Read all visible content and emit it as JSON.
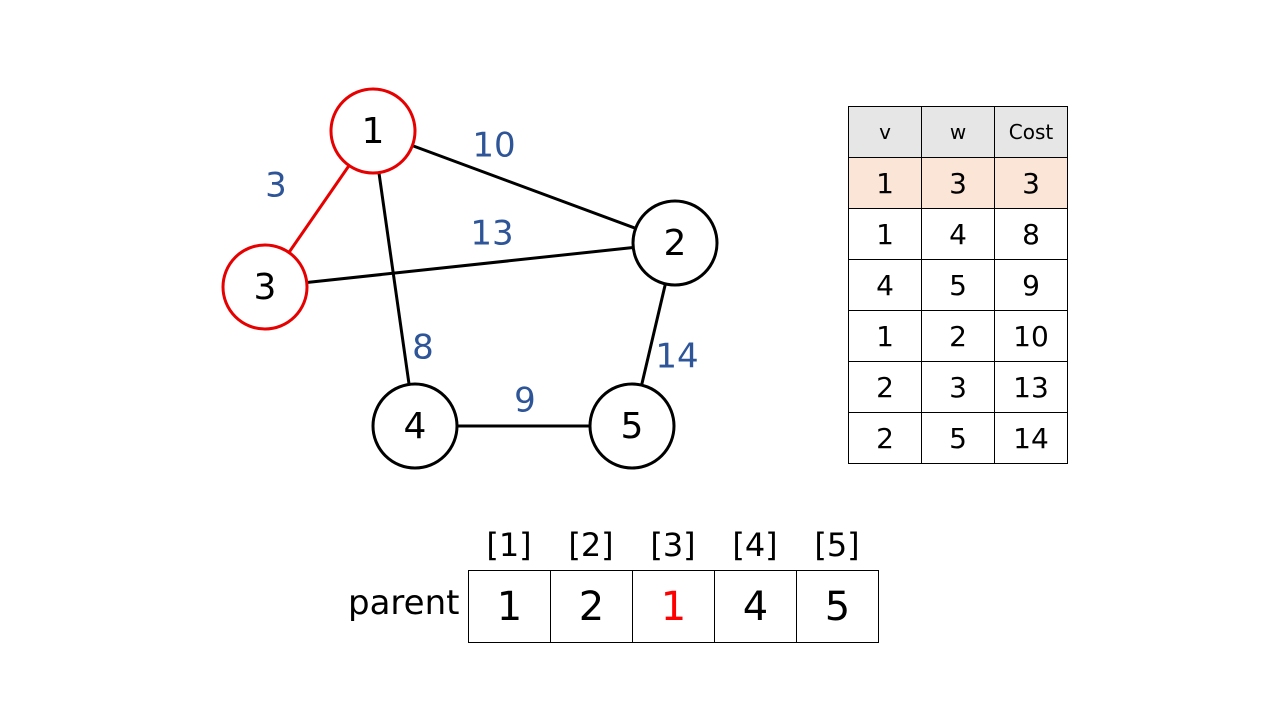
{
  "graph": {
    "nodes": [
      {
        "id": "1",
        "label": "1",
        "color": "#e60000"
      },
      {
        "id": "2",
        "label": "2",
        "color": "#000000"
      },
      {
        "id": "3",
        "label": "3",
        "color": "#e60000"
      },
      {
        "id": "4",
        "label": "4",
        "color": "#000000"
      },
      {
        "id": "5",
        "label": "5",
        "color": "#000000"
      }
    ],
    "edges": [
      {
        "from": "1",
        "to": "3",
        "weight": "3",
        "color": "#e60000"
      },
      {
        "from": "1",
        "to": "2",
        "weight": "10",
        "color": "#000000"
      },
      {
        "from": "3",
        "to": "2",
        "weight": "13",
        "color": "#000000"
      },
      {
        "from": "1",
        "to": "4",
        "weight": "8",
        "color": "#000000"
      },
      {
        "from": "2",
        "to": "5",
        "weight": "14",
        "color": "#000000"
      },
      {
        "from": "4",
        "to": "5",
        "weight": "9",
        "color": "#000000"
      }
    ],
    "weight_color": "#2e5597"
  },
  "edge_table": {
    "headers": [
      "v",
      "w",
      "Cost"
    ],
    "rows": [
      {
        "v": "1",
        "w": "3",
        "cost": "3",
        "highlighted": true
      },
      {
        "v": "1",
        "w": "4",
        "cost": "8",
        "highlighted": false
      },
      {
        "v": "4",
        "w": "5",
        "cost": "9",
        "highlighted": false
      },
      {
        "v": "1",
        "w": "2",
        "cost": "10",
        "highlighted": false
      },
      {
        "v": "2",
        "w": "3",
        "cost": "13",
        "highlighted": false
      },
      {
        "v": "2",
        "w": "5",
        "cost": "14",
        "highlighted": false
      }
    ],
    "highlight_color": "#fbe5d6",
    "header_color": "#e7e6e6"
  },
  "parent_array": {
    "label": "parent",
    "indices": [
      "[1]",
      "[2]",
      "[3]",
      "[4]",
      "[5]"
    ],
    "values": [
      {
        "value": "1",
        "changed": false
      },
      {
        "value": "2",
        "changed": false
      },
      {
        "value": "1",
        "changed": true
      },
      {
        "value": "4",
        "changed": false
      },
      {
        "value": "5",
        "changed": false
      }
    ],
    "changed_color": "#ff0000"
  }
}
